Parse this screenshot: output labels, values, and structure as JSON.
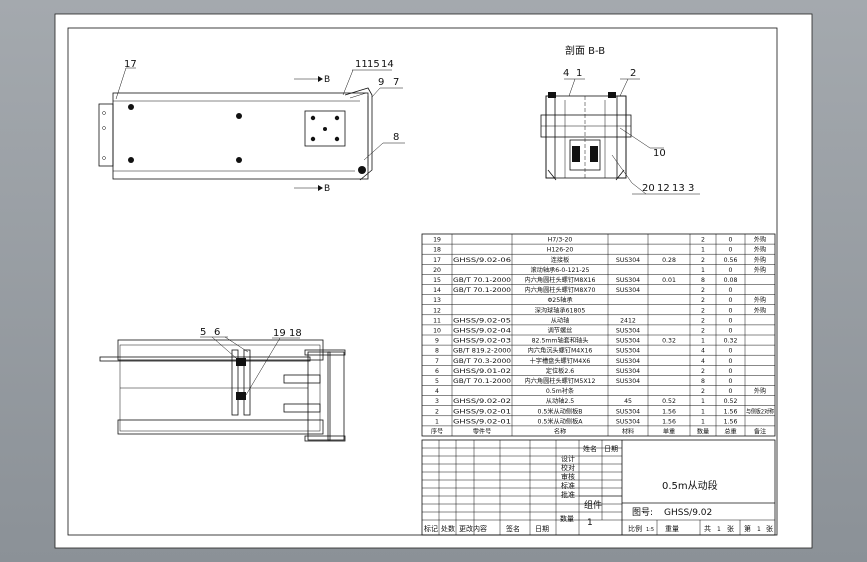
{
  "section_title": "剖面 B-B",
  "section_marker": "B",
  "callouts": {
    "top": [
      "17",
      "11",
      "15",
      "14",
      "9",
      "7",
      "8"
    ],
    "section": [
      "4",
      "1",
      "2",
      "10",
      "20",
      "12",
      "13",
      "3"
    ],
    "bottom": [
      "5",
      "6",
      "19",
      "18"
    ]
  },
  "bom": {
    "rows": [
      [
        "19",
        "",
        "H7/3-20",
        "",
        "",
        "2",
        "0",
        "外购"
      ],
      [
        "18",
        "",
        "H126-20",
        "",
        "",
        "1",
        "0",
        "外购"
      ],
      [
        "17",
        "GHSS/9.02-06",
        "连接板",
        "SUS304",
        "0.28",
        "2",
        "0.56",
        "外购"
      ],
      [
        "20",
        "",
        "滚动轴承6-0-121-25",
        "",
        "",
        "1",
        "0",
        "外购"
      ],
      [
        "15",
        "GB/T 70.1-2000",
        "内六角圆柱头螺钉M8X16",
        "SUS304",
        "0.01",
        "8",
        "0.08",
        ""
      ],
      [
        "14",
        "GB/T 70.1-2000",
        "内六角圆柱头螺钉M8X70",
        "SUS304",
        "",
        "2",
        "0",
        ""
      ],
      [
        "13",
        "",
        "Φ25轴承",
        "",
        "",
        "2",
        "0",
        "外购"
      ],
      [
        "12",
        "",
        "深沟球轴承61805",
        "",
        "",
        "2",
        "0",
        "外购"
      ],
      [
        "11",
        "GHSS/9.02-05",
        "从动轴",
        "2412",
        "",
        "2",
        "0",
        ""
      ],
      [
        "10",
        "GHSS/9.02-04",
        "调节螺丝",
        "SUS304",
        "",
        "2",
        "0",
        ""
      ],
      [
        "9",
        "GHSS/9.02-03",
        "82.5mm轴套和轴头",
        "SUS304",
        "0.32",
        "1",
        "0.32",
        ""
      ],
      [
        "8",
        "GB/T 819.2-2000",
        "内六角沉头螺钉M4X16",
        "SUS304",
        "",
        "4",
        "0",
        ""
      ],
      [
        "7",
        "GB/T 70.3-2000",
        "十字槽盘头螺钉M4X6",
        "SUS304",
        "",
        "4",
        "0",
        ""
      ],
      [
        "6",
        "GHSS/9.01-02",
        "定位板2.6",
        "SUS304",
        "",
        "2",
        "0",
        ""
      ],
      [
        "5",
        "GB/T 70.1-2000",
        "内六角圆柱头螺钉M5X12",
        "SUS304",
        "",
        "8",
        "0",
        ""
      ],
      [
        "4",
        "",
        "0.5m衬条",
        "",
        "",
        "2",
        "0",
        "外购"
      ],
      [
        "3",
        "GHSS/9.02-02",
        "从动轴2.5",
        "45",
        "0.52",
        "1",
        "0.52",
        ""
      ],
      [
        "2",
        "GHSS/9.02-01",
        "0.5米从动侧板B",
        "SUS304",
        "1.56",
        "1",
        "1.56",
        "与侧板2对称"
      ],
      [
        "1",
        "GHSS/9.02-01",
        "0.5米从动侧板A",
        "SUS304",
        "1.56",
        "1",
        "1.56",
        ""
      ]
    ],
    "headers": [
      "序号",
      "零件号",
      "名称",
      "材料",
      "单重",
      "数量",
      "总重",
      "备注"
    ]
  },
  "title_block": {
    "sign_label": "姓名",
    "date_label": "日期",
    "roles": [
      "设计",
      "校对",
      "审核",
      "标准",
      "批准"
    ],
    "part_type": "组件",
    "qty_label": "数量",
    "qty_value": "1",
    "drawing_name": "0.5m从动段",
    "drawing_no_label": "图号:",
    "drawing_no": "GHSS/9.02",
    "scale_label": "比例",
    "scale_value": "1:5",
    "weight_label": "重量",
    "sheets_total_label": "共",
    "sheets_total": "1",
    "sheets_unit": "张",
    "sheet_no_label": "第",
    "sheet_no": "1",
    "revision_headers": [
      "标记",
      "处数",
      "更改内容",
      "签名",
      "日期"
    ]
  }
}
